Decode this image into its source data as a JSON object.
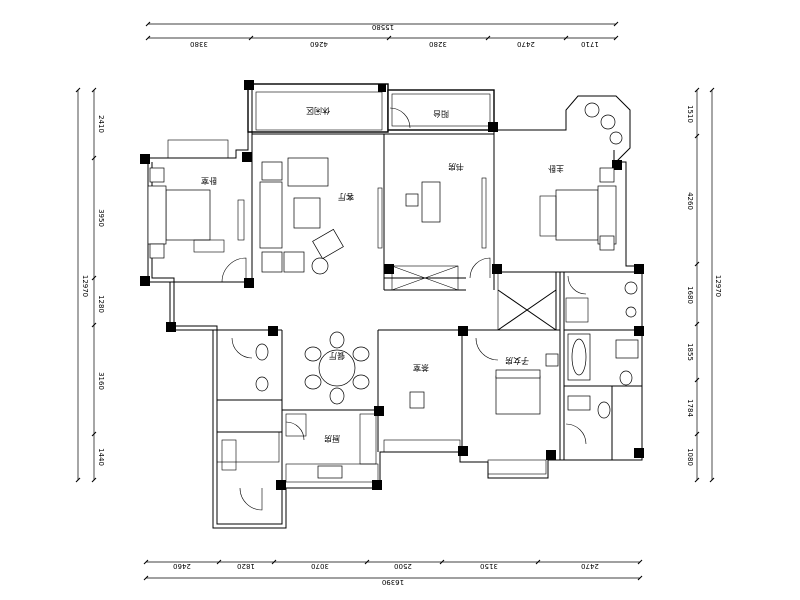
{
  "rooms": {
    "leisure": "休闲区",
    "balcony": "阳台",
    "bedroom_left": "卧室",
    "living": "客厅",
    "study": "书房",
    "master": "主卧",
    "dining": "餐厅",
    "tea": "茶室",
    "kids": "子女房",
    "kitchen": "厨房"
  },
  "dims": {
    "top_total": "15580",
    "top": [
      "3380",
      "4260",
      "3280",
      "2470",
      "1710"
    ],
    "bottom_total": "16390",
    "bottom": [
      "2460",
      "1820",
      "3070",
      "2500",
      "3150",
      "2470"
    ],
    "left_total": "12970",
    "left": [
      "2410",
      "3950",
      "1280",
      "3160",
      "1440"
    ],
    "right_total": "12970",
    "right": [
      "1510",
      "4260",
      "1680",
      "1855",
      "1784",
      "1080"
    ]
  }
}
